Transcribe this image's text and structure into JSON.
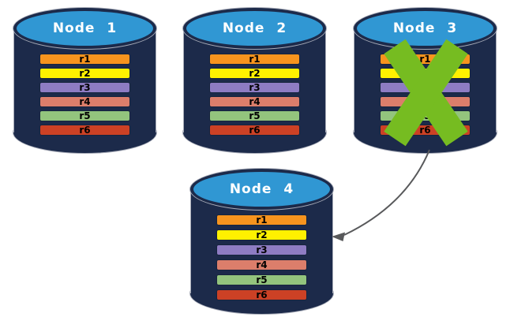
{
  "diagram": {
    "type": "database-replication-failover",
    "nodes": [
      {
        "title": "Node 1",
        "failed": false
      },
      {
        "title": "Node 2",
        "failed": false
      },
      {
        "title": "Node 3",
        "failed": true
      },
      {
        "title": "Node 4",
        "failed": false
      }
    ],
    "replicas": [
      {
        "label": "r1",
        "color": "#F7941E"
      },
      {
        "label": "r2",
        "color": "#FFF100"
      },
      {
        "label": "r3",
        "color": "#8E7CC3"
      },
      {
        "label": "r4",
        "color": "#DC7E6B"
      },
      {
        "label": "r5",
        "color": "#93C47D"
      },
      {
        "label": "r6",
        "color": "#CC4125"
      }
    ],
    "arrow": {
      "from": "Node 3",
      "to": "Node 4"
    },
    "colors": {
      "cylinder_top": "#3097D3",
      "cylinder_body": "#1C2A4A",
      "failure_x": "#76BC21",
      "arrow": "#58595B",
      "background": "#FFFFFF"
    }
  }
}
